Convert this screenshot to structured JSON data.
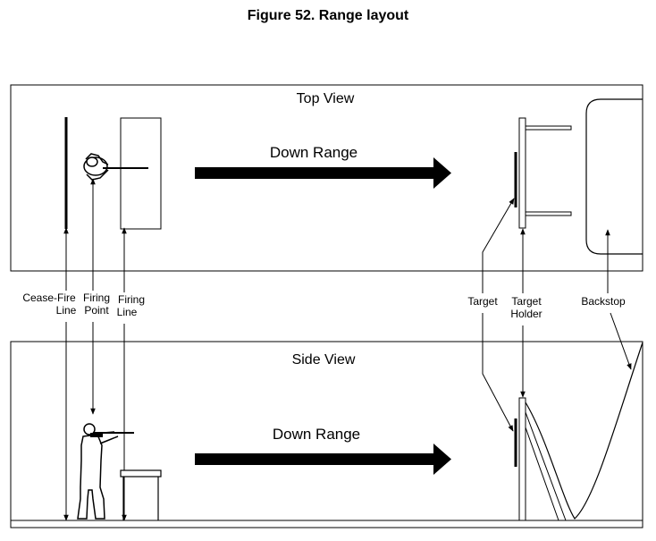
{
  "figure": {
    "title": "Figure 52. Range layout"
  },
  "top_view": {
    "title": "Top View",
    "arrow_label": "Down Range"
  },
  "side_view": {
    "title": "Side View",
    "arrow_label": "Down Range"
  },
  "labels": {
    "cease_fire": [
      "Cease-Fire",
      "Line"
    ],
    "firing_point": [
      "Firing",
      "Point"
    ],
    "firing_line": [
      "Firing",
      "Line"
    ],
    "target": "Target",
    "target_holder": [
      "Target",
      "Holder"
    ],
    "backstop": "Backstop"
  }
}
